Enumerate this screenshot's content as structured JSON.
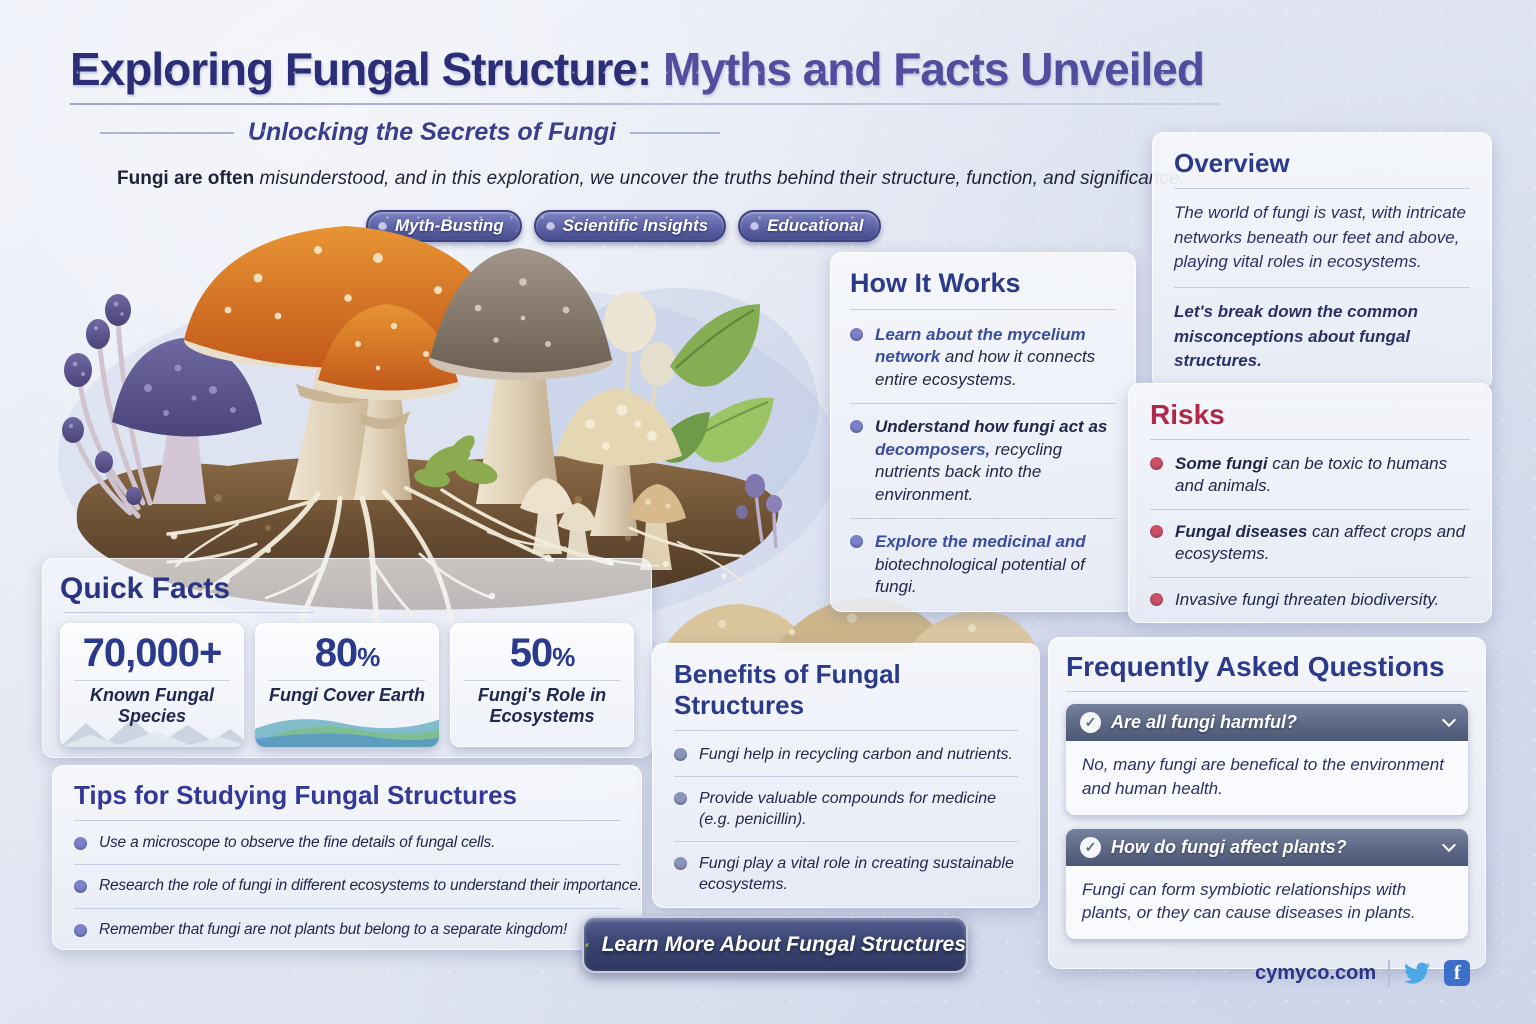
{
  "colors": {
    "accent_navy": "#2b2e76",
    "accent_purple": "#534d9d",
    "heading_blue": "#2c3a8c",
    "risk_red": "#b02847",
    "badge_purple": "#5c62a4",
    "faq_bar_slate": "#5c6885",
    "cta_navy": "#3c4673",
    "leaf_green": "#7ab93c",
    "twitter_blue": "#4da6e8",
    "facebook_blue": "#3b6fc9"
  },
  "header": {
    "title_part1": "Exploring Fungal Structure:",
    "title_part2": " Myths and Facts Unveiled",
    "subtitle": "Unlocking the Secrets of Fungi",
    "intro_lead": "Fungi are often",
    "intro_rest": " misunderstood, and in this exploration, we uncover the truths behind their structure, function, and significance."
  },
  "badges": [
    {
      "label": "Myth-Busting"
    },
    {
      "label": "Scientific Insights"
    },
    {
      "label": "Educational"
    }
  ],
  "how_it_works": {
    "title": "How It Works",
    "items": [
      {
        "pre": "",
        "highlight": "Learn about the mycelium network",
        "post": " and how it connects entire ecosystems."
      },
      {
        "pre": "Understand how fungi act as ",
        "highlight": "decomposers,",
        "post": " recycling nutrients back into the environment."
      },
      {
        "pre": "",
        "highlight": "Explore the medicinal and",
        "post": " biotechnological potential of fungi."
      }
    ]
  },
  "overview": {
    "title": "Overview",
    "p1": "The world of fungi is vast, with intricate networks beneath our feet and above, playing vital roles in ecosystems.",
    "p2": "Let's break down the common misconceptions about fungal structures."
  },
  "risks": {
    "title": "Risks",
    "items": [
      {
        "bold": "Some fungi",
        "rest": " can be toxic to humans and animals."
      },
      {
        "bold": "Fungal diseases",
        "rest": " can affect crops and ecosystems."
      },
      {
        "bold": "",
        "rest": "Invasive fungi threaten biodiversity."
      }
    ]
  },
  "quick_facts": {
    "title": "Quick Facts",
    "stats": [
      {
        "value": "70,000+",
        "suffix": "",
        "label": "Known Fungal Species"
      },
      {
        "value": "80",
        "suffix": "%",
        "label": "Fungi Cover Earth"
      },
      {
        "value": "50",
        "suffix": "%",
        "label": "Fungi's Role in Ecosystems"
      }
    ]
  },
  "tips": {
    "title": "Tips for Studying Fungal Structures",
    "items": [
      {
        "text": "Use a microscope to observe the fine details of fungal cells."
      },
      {
        "text": "Research the role of fungi in different ecosystems to understand their importance."
      },
      {
        "text": "Remember that fungi are not plants but belong to a separate kingdom!"
      }
    ]
  },
  "benefits": {
    "title": "Benefits of Fungal Structures",
    "items": [
      {
        "text": "Fungi help in recycling carbon and nutrients."
      },
      {
        "text": "Provide valuable compounds for medicine (e.g. penicillin)."
      },
      {
        "text": "Fungi play a vital role in creating sustainable ecosystems."
      }
    ]
  },
  "faq": {
    "title": "Frequently Asked Questions",
    "items": [
      {
        "question": "Are all fungi harmful?",
        "answer": "No, many fungi are benefical to the environment and human health.",
        "check": "✓"
      },
      {
        "question": "How do fungi affect plants?",
        "answer": "Fungi can form symbiotic relationships with plants, or they can cause diseases in plants.",
        "check": "✓"
      }
    ]
  },
  "cta": {
    "label": "Learn More About Fungal Structures"
  },
  "footer": {
    "site": "cymyco.com",
    "facebook_glyph": "f"
  }
}
